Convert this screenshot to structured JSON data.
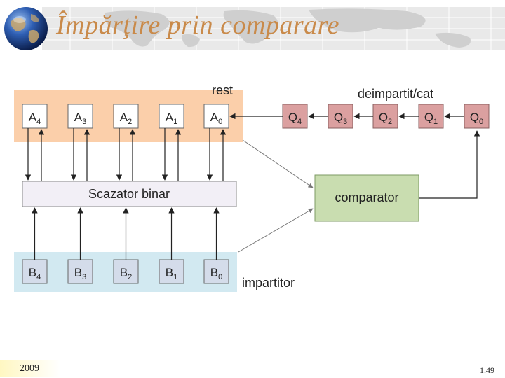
{
  "slide": {
    "title": "Împărţire prin comparare",
    "year": "2009",
    "page_number": "1.49"
  },
  "diagram": {
    "rest_label": "rest",
    "quotient_label": "deimpartit/cat",
    "divisor_label": "impartitor",
    "subtractor_label": "Scazator binar",
    "comparator_label": "comparator",
    "a_registers": [
      {
        "base": "A",
        "sub": "4"
      },
      {
        "base": "A",
        "sub": "3"
      },
      {
        "base": "A",
        "sub": "2"
      },
      {
        "base": "A",
        "sub": "1"
      },
      {
        "base": "A",
        "sub": "0"
      }
    ],
    "q_registers": [
      {
        "base": "Q",
        "sub": "4"
      },
      {
        "base": "Q",
        "sub": "3"
      },
      {
        "base": "Q",
        "sub": "2"
      },
      {
        "base": "Q",
        "sub": "1"
      },
      {
        "base": "Q",
        "sub": "0"
      }
    ],
    "b_registers": [
      {
        "base": "B",
        "sub": "4"
      },
      {
        "base": "B",
        "sub": "3"
      },
      {
        "base": "B",
        "sub": "2"
      },
      {
        "base": "B",
        "sub": "1"
      },
      {
        "base": "B",
        "sub": "0"
      }
    ],
    "colors": {
      "rest_band": "#fbcfaa",
      "divisor_band": "#d2e9f1",
      "q_box": "#dba0a0",
      "b_box": "#d4dcea",
      "subtractor_box": "#f2eff6",
      "comparator_box": "#c9ddb0",
      "title": "#c98a4a"
    }
  }
}
